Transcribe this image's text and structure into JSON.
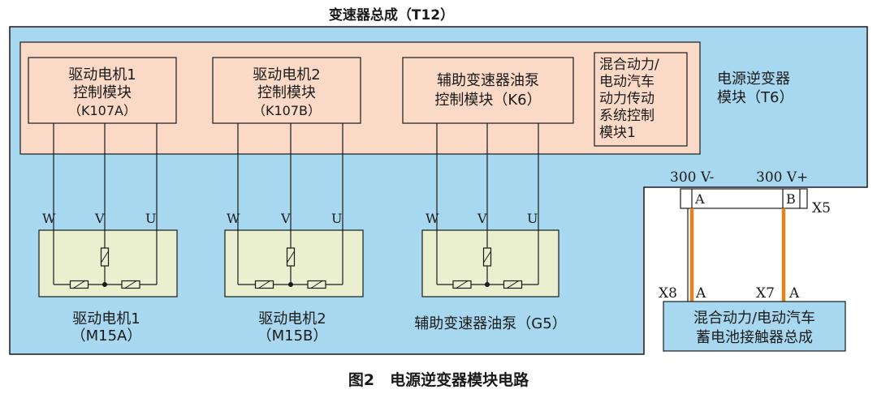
{
  "title": "变速器总成（T12）",
  "caption": "图2　电源逆变器模块电路",
  "colors": {
    "assembly_fill": "#a8d8ef",
    "module_fill": "#fad9c6",
    "motor_fill": "#eaefcf",
    "cable": "#e6821e",
    "line": "#1a1a1a"
  },
  "modules": [
    {
      "lines": [
        "驱动电机1",
        "控制模块",
        "（K107A）"
      ]
    },
    {
      "lines": [
        "驱动电机2",
        "控制模块",
        "（K107B）"
      ]
    },
    {
      "lines": [
        "辅助变速器油泵",
        "控制模块（K6）"
      ]
    },
    {
      "lines": [
        "混合动力/",
        "电动汽车",
        "动力传动",
        "系统控制",
        "模块1"
      ]
    }
  ],
  "inverter_label": [
    "电源逆变器",
    "模块（T6）"
  ],
  "phases": [
    "W",
    "V",
    "U"
  ],
  "motors": [
    {
      "lines": [
        "驱动电机1",
        "（M15A）"
      ]
    },
    {
      "lines": [
        "驱动电机2",
        "（M15B）"
      ]
    },
    {
      "lines": [
        "辅助变速器油泵（G5）"
      ]
    }
  ],
  "connector": {
    "v_minus": "300 V-",
    "v_plus": "300 V+",
    "pin_a": "A",
    "pin_b": "B",
    "name": "X5"
  },
  "contactor": {
    "lines": [
      "混合动力/电动汽车",
      "蓄电池接触器总成"
    ],
    "x8": "X8",
    "x8_pin": "A",
    "x7": "X7",
    "x7_pin": "A"
  }
}
